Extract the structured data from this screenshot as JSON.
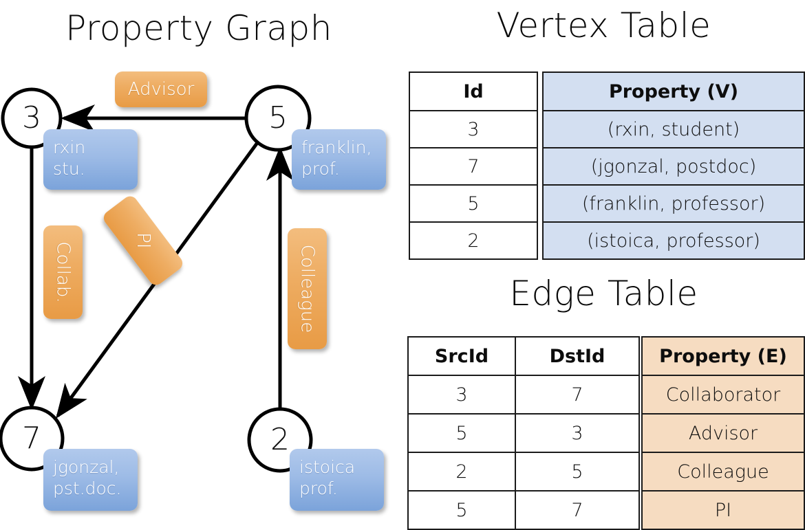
{
  "titles": {
    "property_graph": "Property Graph",
    "vertex_table": "Vertex Table",
    "edge_table": "Edge Table"
  },
  "colors": {
    "vertex_header_fill": "#d3dff1",
    "edge_header_fill": "#f6dcc1",
    "node_bubble_blue": "#9dbbe6",
    "edge_label_orange": "#eead63",
    "stroke": "#1a1a1a"
  },
  "graph": {
    "nodes": [
      {
        "id": "3",
        "property_lines": [
          "rxin",
          "stu."
        ]
      },
      {
        "id": "5",
        "property_lines": [
          "franklin,",
          "prof."
        ]
      },
      {
        "id": "7",
        "property_lines": [
          "jgonzal,",
          "pst.doc."
        ]
      },
      {
        "id": "2",
        "property_lines": [
          "istoica",
          "prof."
        ]
      }
    ],
    "edge_labels": [
      {
        "name": "advisor",
        "text": "Advisor"
      },
      {
        "name": "collab",
        "text": "Collab."
      },
      {
        "name": "pi",
        "text": "PI"
      },
      {
        "name": "colleague",
        "text": "Colleague"
      }
    ],
    "edges": [
      {
        "src": "5",
        "dst": "3",
        "label": "Advisor"
      },
      {
        "src": "3",
        "dst": "7",
        "label": "Collab."
      },
      {
        "src": "5",
        "dst": "7",
        "label": "PI"
      },
      {
        "src": "2",
        "dst": "5",
        "label": "Colleague"
      }
    ]
  },
  "vertex_table": {
    "headers": [
      "Id",
      "Property (V)"
    ],
    "rows": [
      {
        "id": "3",
        "property": "(rxin, student)"
      },
      {
        "id": "7",
        "property": "(jgonzal, postdoc)"
      },
      {
        "id": "5",
        "property": "(franklin, professor)"
      },
      {
        "id": "2",
        "property": "(istoica, professor)"
      }
    ]
  },
  "edge_table": {
    "headers": [
      "SrcId",
      "DstId",
      "Property (E)"
    ],
    "rows": [
      {
        "src": "3",
        "dst": "7",
        "property": "Collaborator"
      },
      {
        "src": "5",
        "dst": "3",
        "property": "Advisor"
      },
      {
        "src": "2",
        "dst": "5",
        "property": "Colleague"
      },
      {
        "src": "5",
        "dst": "7",
        "property": "PI"
      }
    ]
  }
}
